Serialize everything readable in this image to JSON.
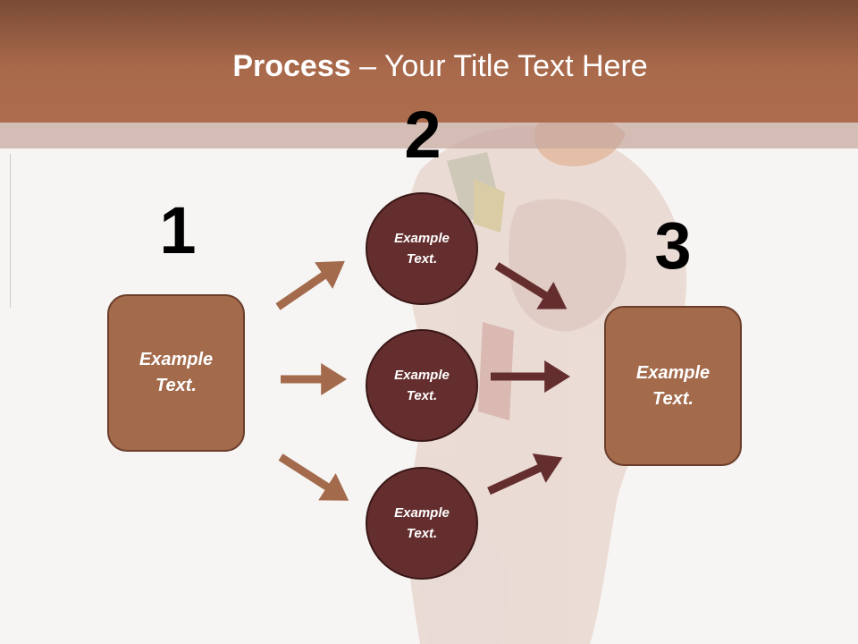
{
  "title": {
    "bold": "Process",
    "rest": " – Your Title Text Here"
  },
  "steps": {
    "one": "1",
    "two": "2",
    "three": "3"
  },
  "left_box": {
    "line1": "Example",
    "line2": "Text."
  },
  "right_box": {
    "line1": "Example",
    "line2": "Text."
  },
  "circles": [
    {
      "line1": "Example",
      "line2": "Text."
    },
    {
      "line1": "Example",
      "line2": "Text."
    },
    {
      "line1": "Example",
      "line2": "Text."
    }
  ],
  "colors": {
    "header": "#a9694b",
    "box_fill": "#a36a4c",
    "circle_fill": "#652e2e",
    "arrow_left": "#a36a4c",
    "arrow_right": "#652e2e"
  }
}
